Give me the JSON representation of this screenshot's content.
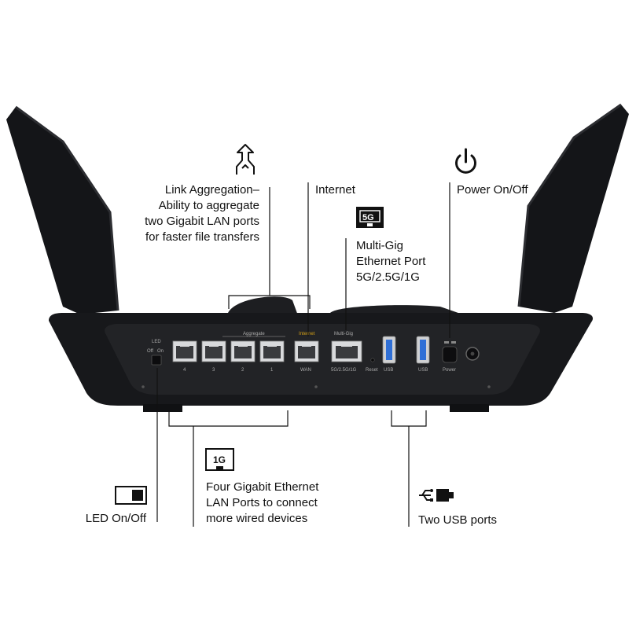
{
  "callouts": {
    "link_aggregation": [
      "Link Aggregation–",
      "Ability to aggregate",
      "two Gigabit LAN ports",
      "for faster file transfers"
    ],
    "internet": "Internet",
    "power": "Power On/Off",
    "multi_gig": [
      "Multi-Gig",
      "Ethernet Port",
      "5G/2.5G/1G"
    ],
    "led": "LED On/Off",
    "lan_ports": [
      "Four Gigabit Ethernet",
      "LAN Ports to connect",
      "more wired devices"
    ],
    "usb": "Two USB ports"
  },
  "badges": {
    "five_g": "5G",
    "one_g": "1G"
  },
  "router_labels": {
    "led": "LED",
    "off": "Off",
    "on": "On",
    "aggregate": "Aggregate",
    "internet": "Internet",
    "multi_gig": "Multi-Gig",
    "port4": "4",
    "port3": "3",
    "port2": "2",
    "port1": "1",
    "wan": "WAN",
    "multigig_speeds": "5G/2.5G/1G",
    "reset": "Reset",
    "usb_a": "USB",
    "usb_b": "USB",
    "power": "Power"
  },
  "colors": {
    "router_body": "#17181b",
    "panel": "#222326",
    "internet_accent": "#d4a017",
    "line": "#111111"
  }
}
